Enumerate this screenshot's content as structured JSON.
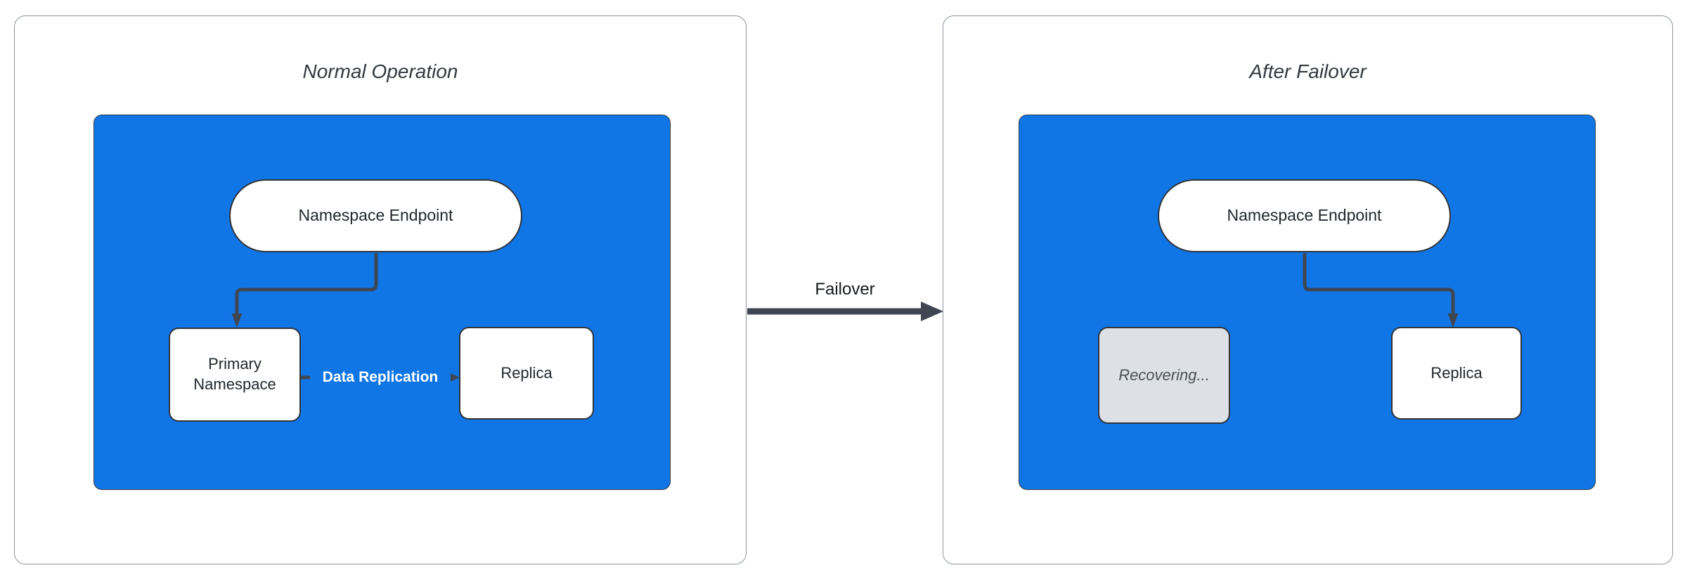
{
  "colors": {
    "accent_blue": "#1176e5",
    "edge_color": "#3f4651",
    "node_border": "#2f343b",
    "panel_border": "#8e959c",
    "recovering_fill": "#dde0e4",
    "recovering_text": "#4b5158",
    "title_color": "#33383f",
    "node_text": "#22272e",
    "edge_label_color": "#ffffff"
  },
  "panels": [
    {
      "title": "Normal Operation",
      "nodes": {
        "endpoint": "Namespace Endpoint",
        "primary": "Primary Namespace",
        "replica": "Replica"
      },
      "edge_label": "Data Replication"
    },
    {
      "title": "After Failover",
      "nodes": {
        "endpoint": "Namespace Endpoint",
        "recovering": "Recovering...",
        "replica": "Replica"
      }
    }
  ],
  "transition": {
    "label": "Failover"
  }
}
